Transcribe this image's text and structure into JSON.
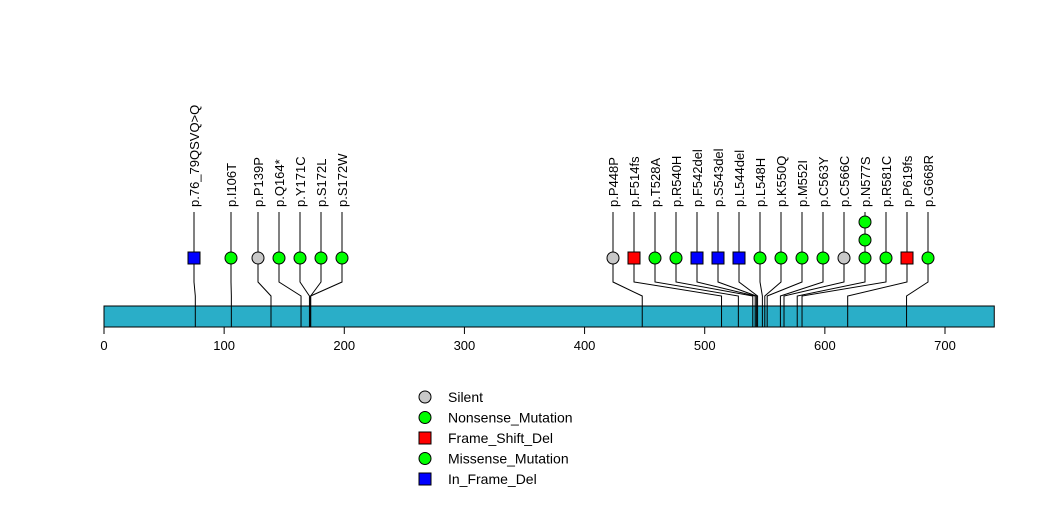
{
  "chart_data": {
    "type": "lollipop",
    "xlim": [
      0,
      741
    ],
    "x_ticks": [
      0,
      100,
      200,
      300,
      400,
      500,
      600,
      700
    ],
    "colors": {
      "Silent": "#c8c8c8",
      "Nonsense_Mutation": "#00ff00",
      "Frame_Shift_Del": "#ff0000",
      "Missense_Mutation": "#00ff00",
      "In_Frame_Del": "#0000ff",
      "protein_bar": "#2aaec8"
    },
    "mutations": [
      {
        "label": "p.76_79QSVQ>Q",
        "position": 76,
        "type": "In_Frame_Del",
        "count": 1
      },
      {
        "label": "p.I106T",
        "position": 106,
        "type": "Missense_Mutation",
        "count": 1
      },
      {
        "label": "p.P139P",
        "position": 139,
        "type": "Silent",
        "count": 1
      },
      {
        "label": "p.Q164*",
        "position": 164,
        "type": "Nonsense_Mutation",
        "count": 1
      },
      {
        "label": "p.Y171C",
        "position": 171,
        "type": "Missense_Mutation",
        "count": 1
      },
      {
        "label": "p.S172L",
        "position": 172,
        "type": "Missense_Mutation",
        "count": 1
      },
      {
        "label": "p.S172W",
        "position": 172,
        "type": "Missense_Mutation",
        "count": 1
      },
      {
        "label": "p.P448P",
        "position": 448,
        "type": "Silent",
        "count": 1
      },
      {
        "label": "p.F514fs",
        "position": 514,
        "type": "Frame_Shift_Del",
        "count": 1
      },
      {
        "label": "p.T528A",
        "position": 528,
        "type": "Missense_Mutation",
        "count": 1
      },
      {
        "label": "p.R540H",
        "position": 540,
        "type": "Missense_Mutation",
        "count": 1
      },
      {
        "label": "p.F542del",
        "position": 542,
        "type": "In_Frame_Del",
        "count": 1
      },
      {
        "label": "p.S543del",
        "position": 543,
        "type": "In_Frame_Del",
        "count": 1
      },
      {
        "label": "p.L544del",
        "position": 544,
        "type": "In_Frame_Del",
        "count": 1
      },
      {
        "label": "p.L548H",
        "position": 548,
        "type": "Missense_Mutation",
        "count": 1
      },
      {
        "label": "p.K550Q",
        "position": 550,
        "type": "Missense_Mutation",
        "count": 1
      },
      {
        "label": "p.M552I",
        "position": 552,
        "type": "Missense_Mutation",
        "count": 1
      },
      {
        "label": "p.C563Y",
        "position": 563,
        "type": "Missense_Mutation",
        "count": 1
      },
      {
        "label": "p.C566C",
        "position": 566,
        "type": "Silent",
        "count": 1
      },
      {
        "label": "p.N577S",
        "position": 577,
        "type": "Missense_Mutation",
        "count": 3
      },
      {
        "label": "p.R581C",
        "position": 581,
        "type": "Missense_Mutation",
        "count": 1
      },
      {
        "label": "p.P619fs",
        "position": 619,
        "type": "Frame_Shift_Del",
        "count": 1
      },
      {
        "label": "p.G668R",
        "position": 668,
        "type": "Missense_Mutation",
        "count": 1
      }
    ],
    "legend": [
      {
        "label": "Silent",
        "shape": "circle",
        "type": "Silent"
      },
      {
        "label": "Nonsense_Mutation",
        "shape": "circle",
        "type": "Nonsense_Mutation"
      },
      {
        "label": "Frame_Shift_Del",
        "shape": "square",
        "type": "Frame_Shift_Del"
      },
      {
        "label": "Missense_Mutation",
        "shape": "circle",
        "type": "Missense_Mutation"
      },
      {
        "label": "In_Frame_Del",
        "shape": "square",
        "type": "In_Frame_Del"
      }
    ],
    "legend_position": "bottom-center"
  }
}
